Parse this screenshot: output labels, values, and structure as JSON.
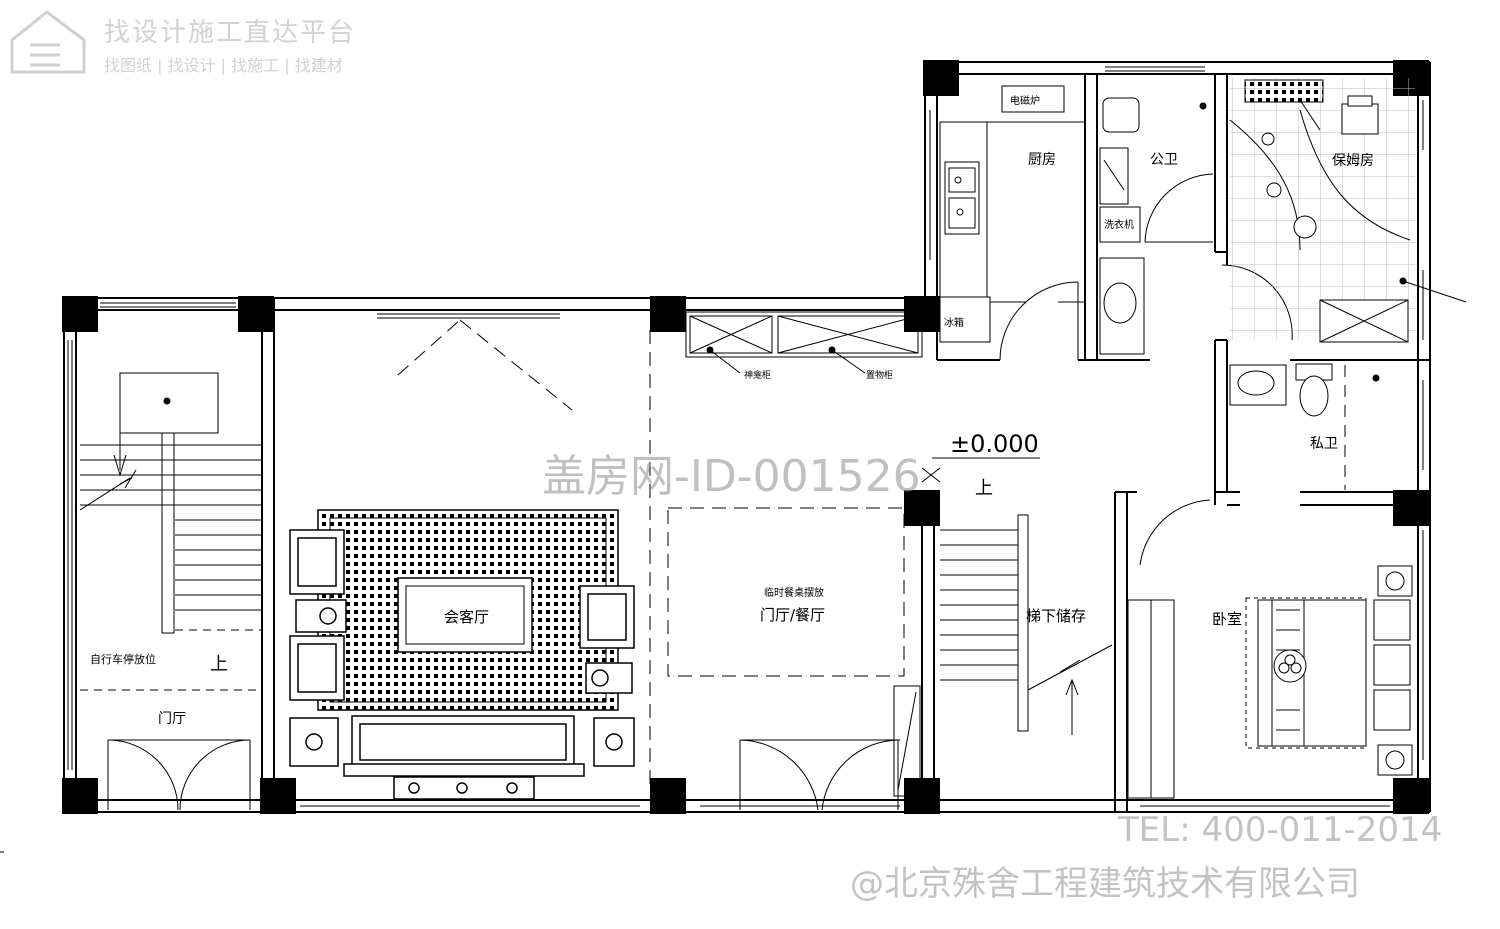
{
  "watermark": {
    "brand_line": "找设计施工直达平台",
    "brand_sub": "找图纸 | 找设计 | 找施工 | 找建材",
    "center_id": "盖房网-ID-001526",
    "tel": "TEL: 400-011-2014",
    "company": "@北京殊舍工程建筑技术有限公司"
  },
  "rooms": {
    "kitchen": "厨房",
    "public_wc": "公卫",
    "nanny_room": "保姆房",
    "private_wc": "私卫",
    "bedroom": "卧室",
    "reception": "会客厅",
    "dining_note": "临时餐桌摆放",
    "hall_dining": "门厅/餐厅",
    "under_stair": "梯下储存",
    "bike_parking": "自行车停放位",
    "entry": "门厅"
  },
  "fixtures": {
    "induction_cooker": "电磁炉",
    "washer": "洗衣机",
    "fridge": "冰箱",
    "shrine_cabinet": "神龛柜",
    "storage_cabinet": "置物柜"
  },
  "annotations": {
    "elevation": "±0.000",
    "up_1": "上",
    "up_2": "上"
  },
  "colors": {
    "line": "#000000",
    "watermark": "#c8c8c8"
  }
}
